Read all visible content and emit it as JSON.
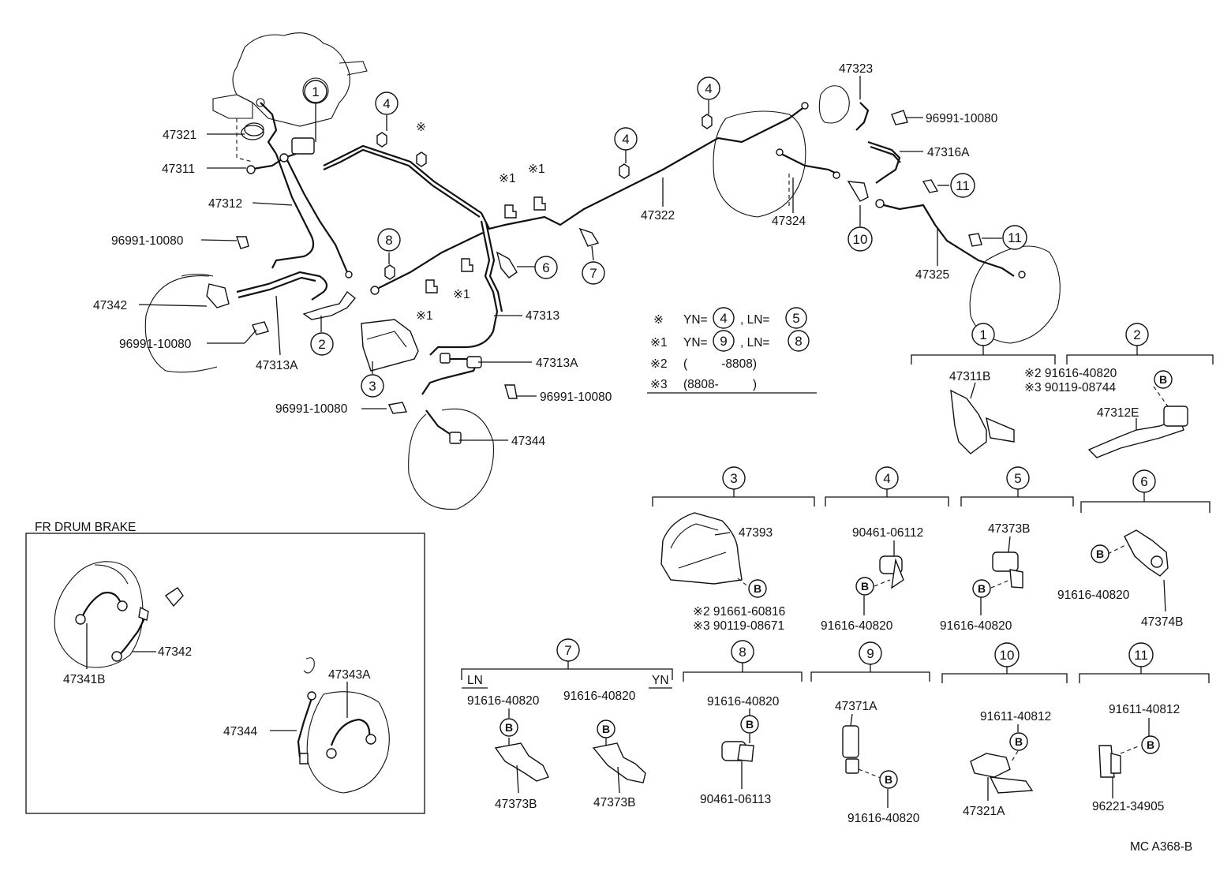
{
  "labels": {
    "p47321": "47321",
    "p47311": "47311",
    "p47312": "47312",
    "p96991_a": "96991-10080",
    "p47342": "47342",
    "p96991_b": "96991-10080",
    "p47313A_a": "47313A",
    "p47313": "47313",
    "p47313A_b": "47313A",
    "p96991_c": "96991-10080",
    "p96991_d": "96991-10080",
    "p47344": "47344",
    "p47322": "47322",
    "p47323": "47323",
    "p96991_e": "96991-10080",
    "p47316A": "47316A",
    "p47324": "47324",
    "p47325": "47325",
    "ast": "※",
    "ast1": "※1"
  },
  "callouts": {
    "c1": "1",
    "c2": "2",
    "c3": "3",
    "c4": "4",
    "c5": "5",
    "c6": "6",
    "c7": "7",
    "c8": "8",
    "c9": "9",
    "c10": "10",
    "c11": "11",
    "b": "B"
  },
  "legend": {
    "r1_mark": "※",
    "r1_yn": "YN=",
    "r1_c1": "4",
    "r1_ln": ", LN=",
    "r1_c2": "5",
    "r2_mark": "※1",
    "r2_yn": "YN=",
    "r2_c1": "9",
    "r2_ln": ", LN=",
    "r2_c2": "8",
    "r3_mark": "※2",
    "r3_text": "(          -8808)",
    "r4_mark": "※3",
    "r4_text": "(8808-          )"
  },
  "details": {
    "d1_part": "47311B",
    "d2_l1": "※2 91616-40820",
    "d2_l2": "※3 90119-08744",
    "d2_part": "47312E",
    "d3_part": "47393",
    "d3_l1": "※2  91661-60816",
    "d3_l2": "※3  90119-08671",
    "d4_top": "90461-06112",
    "d4_bot": "91616-40820",
    "d5_top": "47373B",
    "d5_bot": "91616-40820",
    "d6_left": "91616-40820",
    "d6_bot": "47374B",
    "d7_ln": "LN",
    "d7_yn": "YN",
    "d7_l1": "91616-40820",
    "d7_l2": "91616-40820",
    "d7_b1": "47373B",
    "d7_b2": "47373B",
    "d8_top": "91616-40820",
    "d8_bot": "90461-06113",
    "d9_top": "47371A",
    "d9_bot": "91616-40820",
    "d10_top": "91611-40812",
    "d10_bot": "47321A",
    "d11_top": "91611-40812",
    "d11_bot": "96221-34905"
  },
  "inset": {
    "title": "FR DRUM BRAKE",
    "p47342": "47342",
    "p47341B": "47341B",
    "p47343A": "47343A",
    "p47344": "47344"
  },
  "code": "MC A368-B"
}
